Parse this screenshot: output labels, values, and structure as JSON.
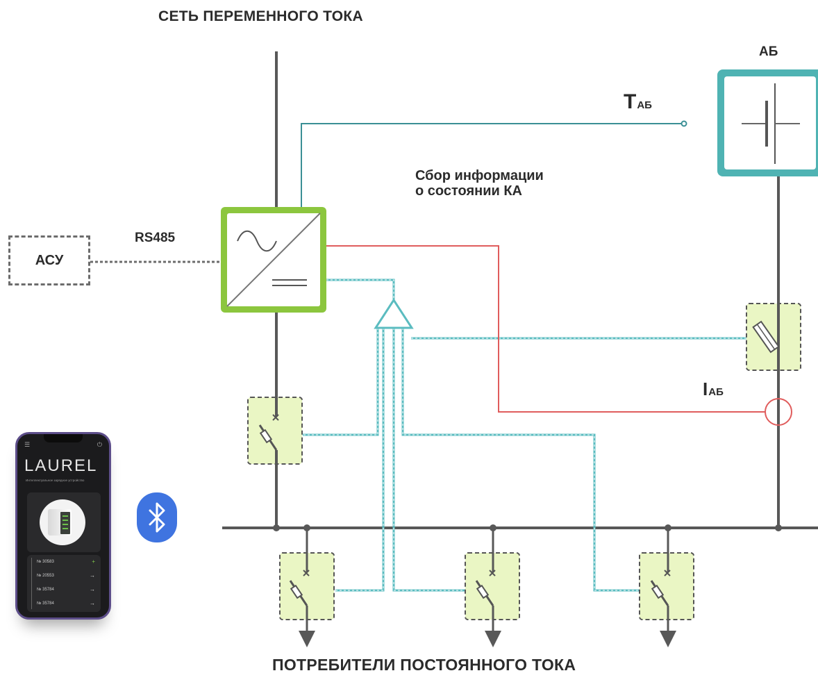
{
  "labels": {
    "ac_network": "СЕТЬ ПЕРЕМЕННОГО ТОКА",
    "dc_consumers": "ПОТРЕБИТЕЛИ ПОСТОЯННОГО ТОКА",
    "battery": "АБ",
    "temperature_main": "T",
    "temperature_sub": "АБ",
    "current_main": "I",
    "current_sub": "АБ",
    "info_line1": "Сбор информации",
    "info_line2": "о состоянии КА",
    "rs485": "RS485",
    "acu": "АСУ"
  },
  "phone": {
    "brand": "LAUREL",
    "brand_sub": "Интеллектуальное зарядное устройство",
    "devices": [
      {
        "name": "№ 30583",
        "action": "+"
      },
      {
        "name": "№ 20553",
        "action": "→"
      },
      {
        "name": "№ 35784",
        "action": "→"
      },
      {
        "name": "№ 35784",
        "action": "→"
      }
    ]
  },
  "icons": {
    "rectifier": "ac-dc-converter-icon",
    "battery": "battery-icon",
    "bluetooth": "bluetooth-icon",
    "breaker": "circuit-breaker-icon",
    "fuse": "fuse-icon",
    "current_sensor": "current-sensor-icon",
    "temperature_sensor": "temperature-sensor-icon"
  },
  "colors": {
    "bus": "#585858",
    "signal": "#5bbcc0",
    "measurement": "#e05c5c",
    "battery_frame": "#4fb3b3",
    "rectifier_frame": "#8cc63e",
    "breaker_fill": "#eaf6c4",
    "bluetooth": "#3f74e0"
  }
}
